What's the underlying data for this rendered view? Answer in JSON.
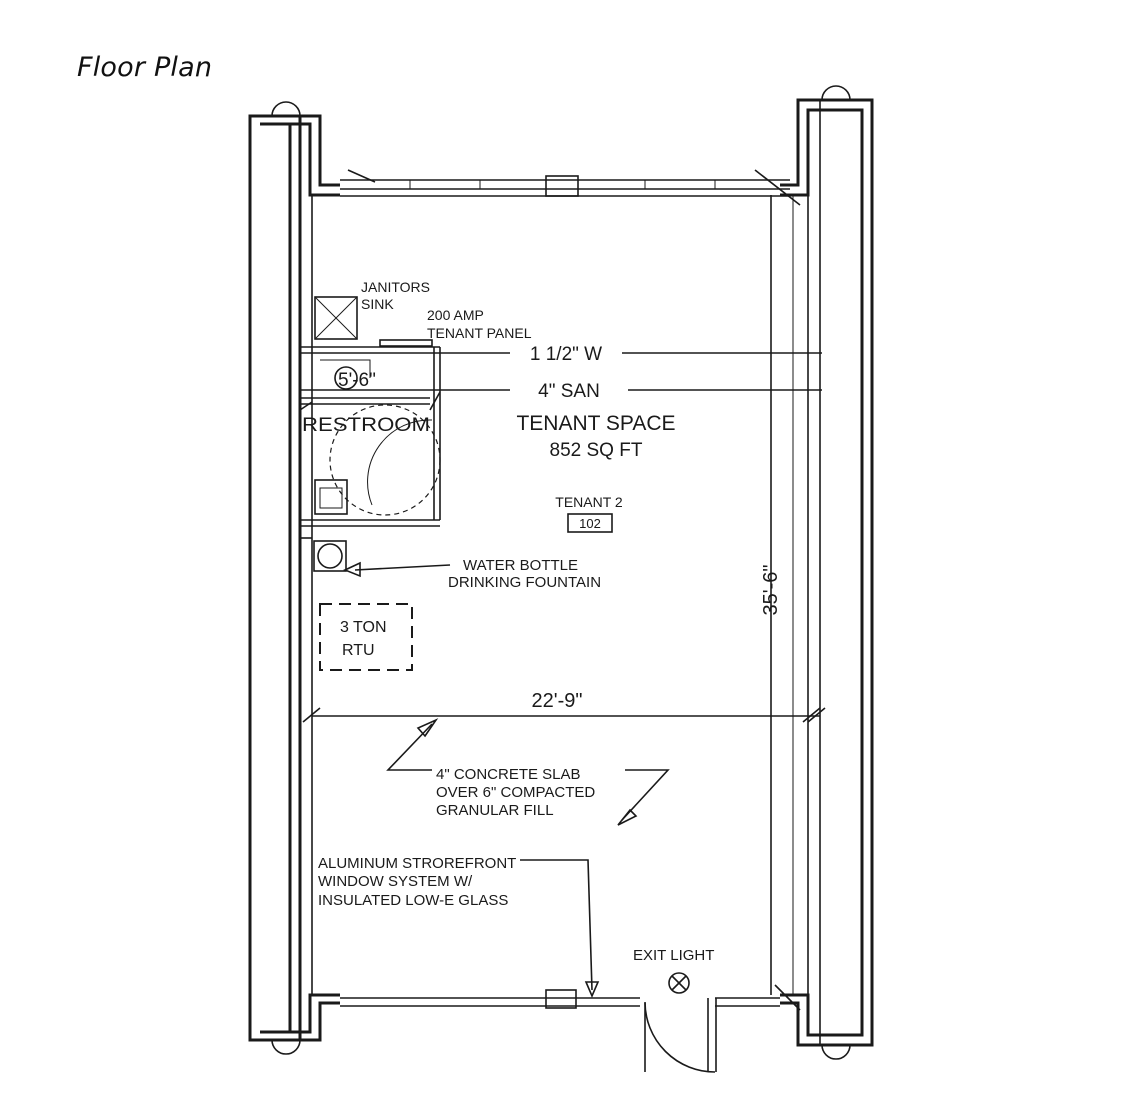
{
  "title": "Floor Plan",
  "labels": {
    "janitors": "JANITORS",
    "sink": "SINK",
    "panel_line1": "200 AMP",
    "panel_line2": "TENANT PANEL",
    "water_line": "1 1/2\" W",
    "san_line": "4\" SAN",
    "restroom_dim": "5'-6\"",
    "restroom": "RESTROOM",
    "tenant_space": "TENANT SPACE",
    "area": "852 SQ FT",
    "tenant_name": "TENANT 2",
    "room_number": "102",
    "fountain_line1": "WATER BOTTLE",
    "fountain_line2": "DRINKING FOUNTAIN",
    "rtu_line1": "3 TON",
    "rtu_line2": "RTU",
    "width_dim": "22'-9\"",
    "depth_dim": "35'-6\"",
    "slab_line1": "4\" CONCRETE SLAB",
    "slab_line2": "OVER 6\" COMPACTED",
    "slab_line3": "GRANULAR FILL",
    "storefront_line1": "ALUMINUM STROREFRONT",
    "storefront_line2": "WINDOW SYSTEM W/",
    "storefront_line3": "INSULATED LOW-E GLASS",
    "exit_light": "EXIT LIGHT"
  }
}
